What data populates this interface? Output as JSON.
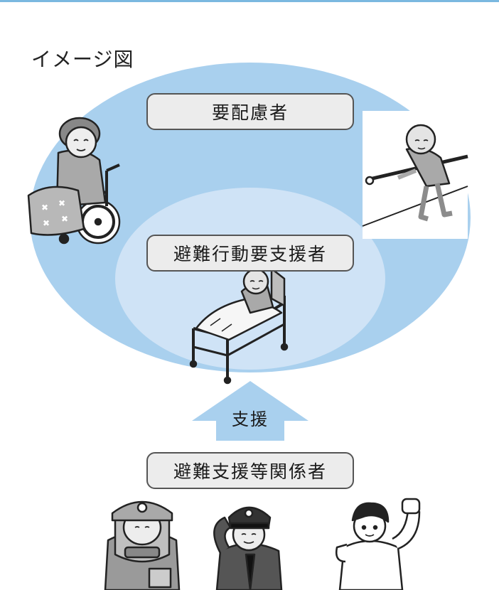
{
  "title": "イメージ図",
  "outer_group": {
    "label": "要配慮者"
  },
  "inner_group": {
    "label": "避難行動要支援者"
  },
  "support_arrow": {
    "label": "支援"
  },
  "supporters": {
    "label": "避難支援等関係者"
  },
  "colors": {
    "outer_ellipse": "#a9d0ee",
    "inner_ellipse": "#cfe3f6",
    "arrow": "#a9d0ee",
    "box_fill": "#ececec",
    "box_border": "#555555",
    "top_rule": "#7ab8e0"
  },
  "illustrations": [
    "elderly-woman-wheelchair-icon",
    "elderly-man-handrail-icon",
    "bedridden-elderly-man-icon",
    "firefighter-icon",
    "police-officer-icon",
    "young-man-volunteer-icon"
  ]
}
